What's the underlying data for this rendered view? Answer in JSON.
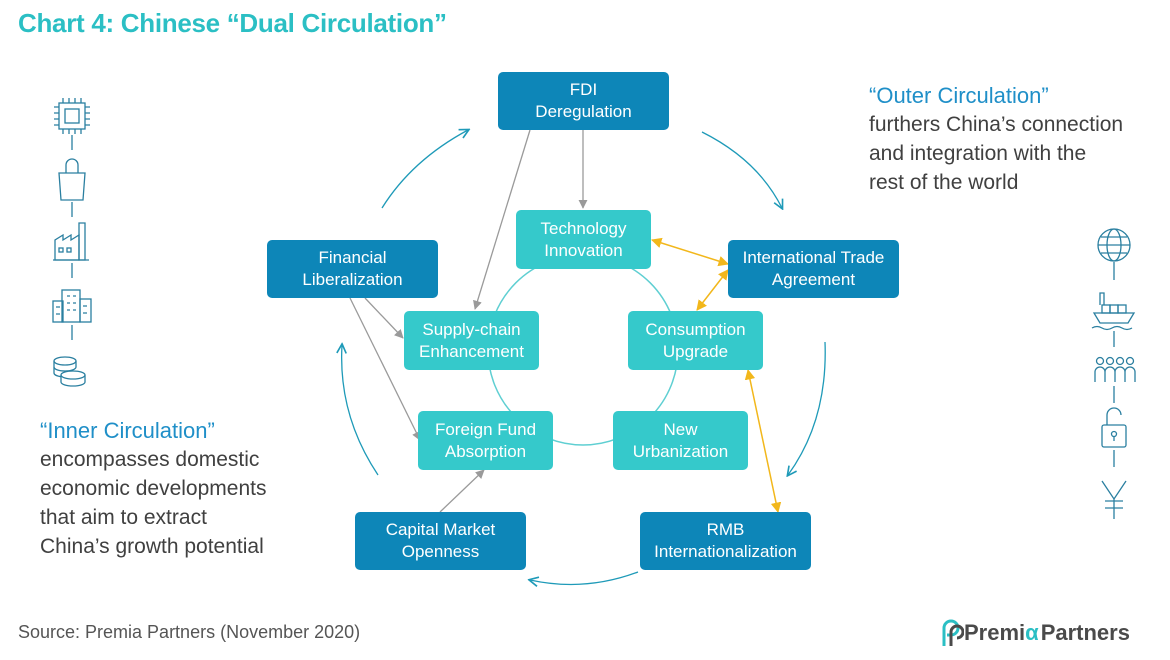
{
  "title": "Chart 4: Chinese “Dual Circulation”",
  "outer_boxes": {
    "fdi": "FDI\nDeregulation",
    "trade": "International Trade\nAgreement",
    "rmb": "RMB\nInternationalization",
    "capital": "Capital Market\nOpenness",
    "financial": "Financial\nLiberalization"
  },
  "inner_boxes": {
    "technology": "Technology\nInnovation",
    "consumption": "Consumption\nUpgrade",
    "urbanization": "New\nUrbanization",
    "foreign_fund": "Foreign Fund\nAbsorption",
    "supply_chain": "Supply-chain\nEnhancement"
  },
  "outer_circulation": {
    "heading": "“Outer Circulation”",
    "body": "furthers China’s connection\nand integration with the\nrest of the world"
  },
  "inner_circulation": {
    "heading": "“Inner Circulation”",
    "body": "encompasses domestic\neconomic developments\nthat aim to extract\nChina’s growth potential"
  },
  "left_icons": [
    "chip-icon",
    "shopping-bag-icon",
    "factory-icon",
    "buildings-icon",
    "coins-icon"
  ],
  "right_icons": [
    "globe-icon",
    "cargo-ship-icon",
    "people-icon",
    "unlock-icon",
    "yen-icon"
  ],
  "source": "Source: Premia Partners (November 2020)",
  "logo": {
    "prefix": "Premi",
    "alpha": "α",
    "suffix": "Partners"
  },
  "colors": {
    "title": "#2bbfc4",
    "outer_box": "#0d86b8",
    "inner_box": "#35c9cb",
    "outer_arrows": "#1e9ab8",
    "cross_links": "#f2b71b",
    "gray_arrows": "#9a9a9a",
    "heading_blue": "#1f8fc8"
  }
}
